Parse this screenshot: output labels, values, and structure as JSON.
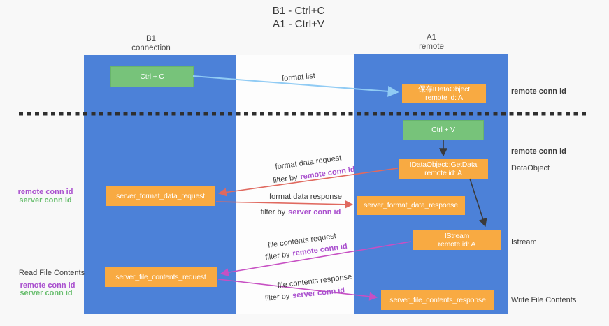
{
  "title": {
    "line1": "B1 - Ctrl+C",
    "line2": "A1 - Ctrl+V"
  },
  "lanes": {
    "left": {
      "name": "B1",
      "subtitle": "connection"
    },
    "right": {
      "name": "A1",
      "subtitle": "remote"
    }
  },
  "nodes": {
    "ctrl_c": {
      "label": "Ctrl + C"
    },
    "ctrl_v": {
      "label": "Ctrl + V"
    },
    "save_dataobject": {
      "line1": "保存IDataObject",
      "line2": "remote id: A"
    },
    "getdata": {
      "line1": "IDataObject::GetData",
      "line2": "remote id: A"
    },
    "istream": {
      "line1": "IStream",
      "line2": "remote id: A"
    },
    "format_request": {
      "label": "server_format_data_request"
    },
    "format_response": {
      "label": "server_format_data_response"
    },
    "file_request": {
      "label": "server_file_contents_request"
    },
    "file_response": {
      "label": "server_file_contents_response"
    }
  },
  "edges": {
    "format_list": "format list",
    "format_data_request": "format data request",
    "format_data_response": "format data response",
    "file_contents_request": "file contents request",
    "file_contents_response": "file contents response",
    "filter_by": "filter by"
  },
  "ids": {
    "remote_conn_id": "remote conn id",
    "server_conn_id": "server conn id"
  },
  "side": {
    "dataobject": "DataObject",
    "istream": "Istream",
    "read_file_contents": "Read File Contents",
    "write_file_contents": "Write File Contents"
  },
  "colors": {
    "lane_blue": "#4c81d8",
    "node_green": "#77c37a",
    "node_orange": "#f8aa42",
    "remote_conn_purple": "#a94fce",
    "server_conn_green": "#67bd6d",
    "arrow_light_blue": "#90cbf4",
    "arrow_red": "#e0695f",
    "arrow_magenta": "#c750c3",
    "arrow_black": "#3a3a3a",
    "dashed_line": "#2f2f2f",
    "background": "#f8f8f8"
  }
}
